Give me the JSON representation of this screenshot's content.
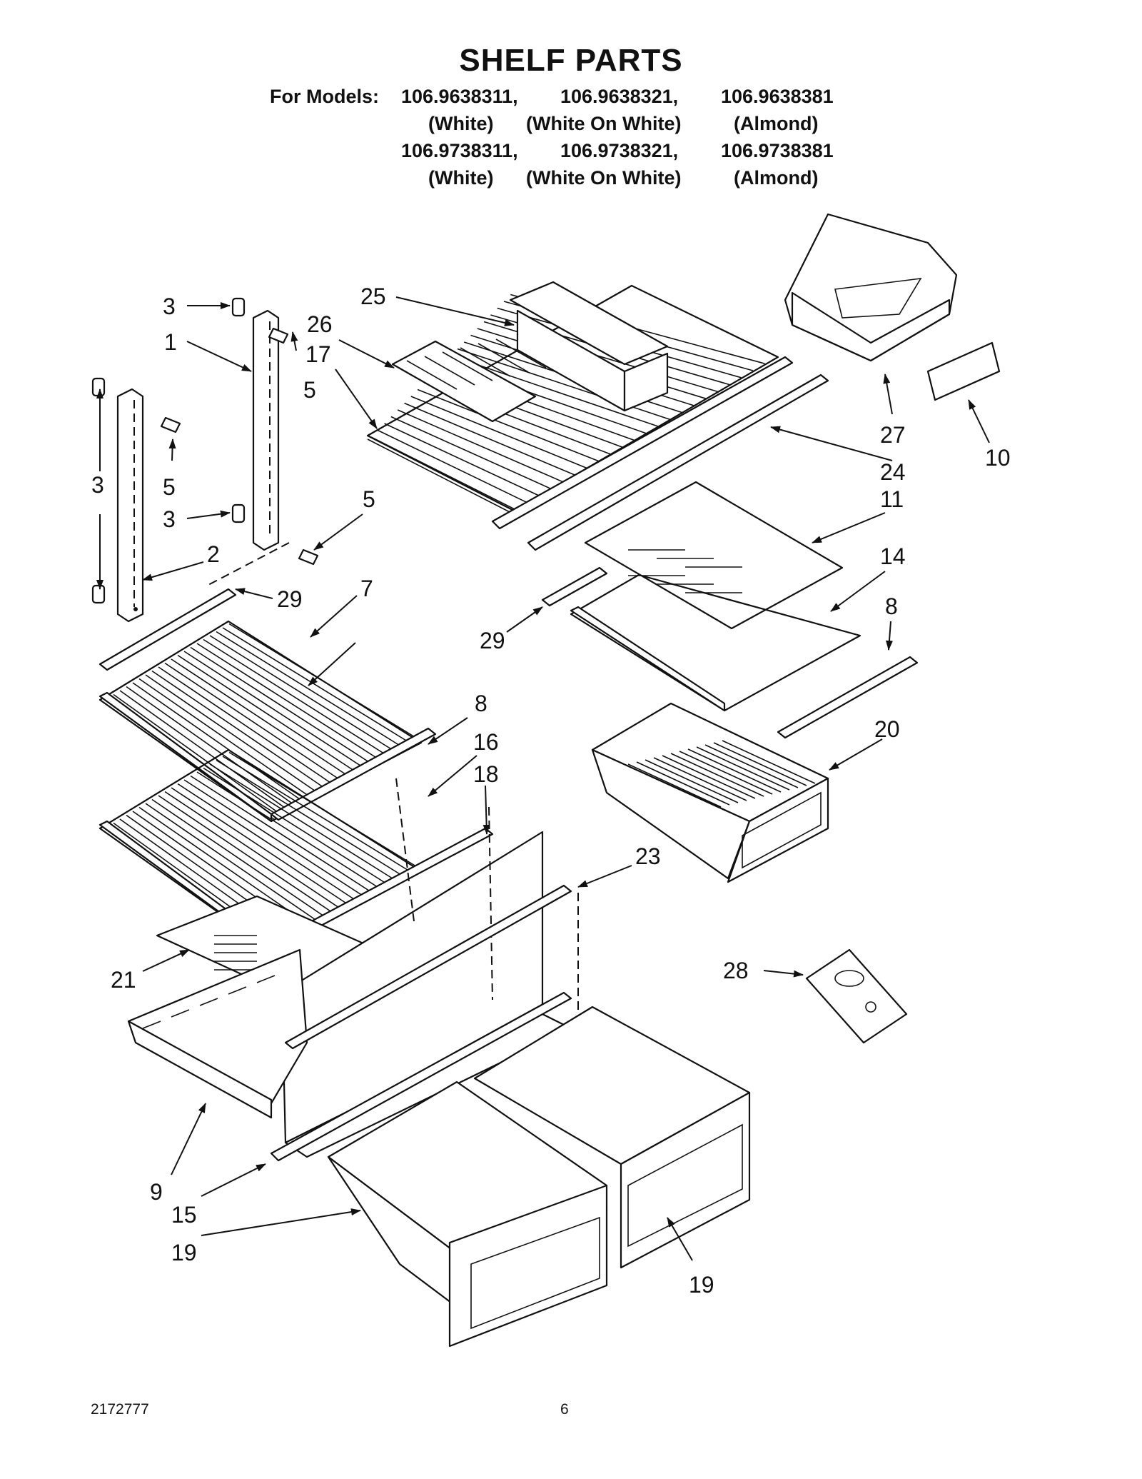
{
  "title": "SHELF PARTS",
  "models": {
    "prefix": "For Models:",
    "row1": [
      "106.9638311,",
      "106.9638321,",
      "106.9638381"
    ],
    "row1_colors": [
      "(White)",
      "(White On White)",
      "(Almond)"
    ],
    "row2": [
      "106.9738311,",
      "106.9738321,",
      "106.9738381"
    ],
    "row2_colors": [
      "(White)",
      "(White On White)",
      "(Almond)"
    ]
  },
  "callouts": {
    "c1": "1",
    "c2": "2",
    "c3a": "3",
    "c3b": "3",
    "c3c": "3",
    "c5a": "5",
    "c5b": "5",
    "c5c": "5",
    "c7": "7",
    "c8a": "8",
    "c8b": "8",
    "c9": "9",
    "c10": "10",
    "c11": "11",
    "c14": "14",
    "c15": "15",
    "c16": "16",
    "c17": "17",
    "c18": "18",
    "c19a": "19",
    "c19b": "19",
    "c20": "20",
    "c21": "21",
    "c23": "23",
    "c24": "24",
    "c25": "25",
    "c26": "26",
    "c27": "27",
    "c28": "28",
    "c29a": "29",
    "c29b": "29"
  },
  "footer": {
    "doc_number": "2172777",
    "page": "6"
  }
}
